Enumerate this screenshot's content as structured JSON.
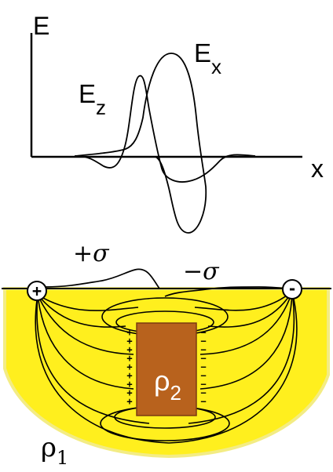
{
  "upper_plot": {
    "axis_y_label": "E",
    "axis_x_label": "x",
    "curve_x": {
      "base": "E",
      "sub": "x"
    },
    "curve_z": {
      "base": "E",
      "sub": "z"
    }
  },
  "lower_diagram": {
    "plus_sigma": "+σ",
    "minus_sigma": "−σ",
    "electrode_plus": "+",
    "electrode_minus": "-",
    "body_rho": {
      "base": "ρ",
      "sub": "2"
    },
    "host_rho": {
      "base": "ρ",
      "sub": "1"
    },
    "left_charge_sign": "+",
    "right_charge_sign": "−",
    "charge_count": 9
  },
  "colors": {
    "host_medium": "#ffef1e",
    "host_edge": "#f3ec84",
    "body": "#b8621d",
    "line": "#000000"
  }
}
